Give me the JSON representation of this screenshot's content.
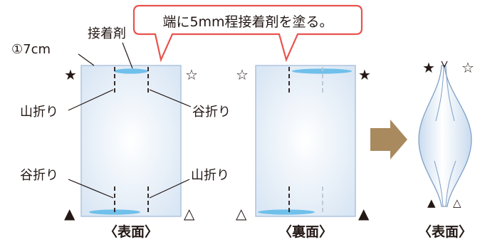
{
  "callout": {
    "text": "端に5mm程接着剤を塗る。",
    "border_color": "#e8534f"
  },
  "labels": {
    "glue": "接着剤",
    "width": "①7cm",
    "mountain_fold_left": "山折り",
    "valley_fold_right": "谷折り",
    "valley_fold_left": "谷折り",
    "mountain_fold_right": "山折り"
  },
  "captions": {
    "front": "〈表面〉",
    "back": "〈裏面〉",
    "result_front": "〈表面〉"
  },
  "symbols": {
    "black_star": "★",
    "white_star": "☆",
    "black_triangle": "▲",
    "white_triangle": "△"
  },
  "colors": {
    "paper_fill": "#e3edf8",
    "paper_edge": "#9fb8d6",
    "glue": "#6fc0ea",
    "arrow": "#a88a5e",
    "text": "#231815"
  }
}
